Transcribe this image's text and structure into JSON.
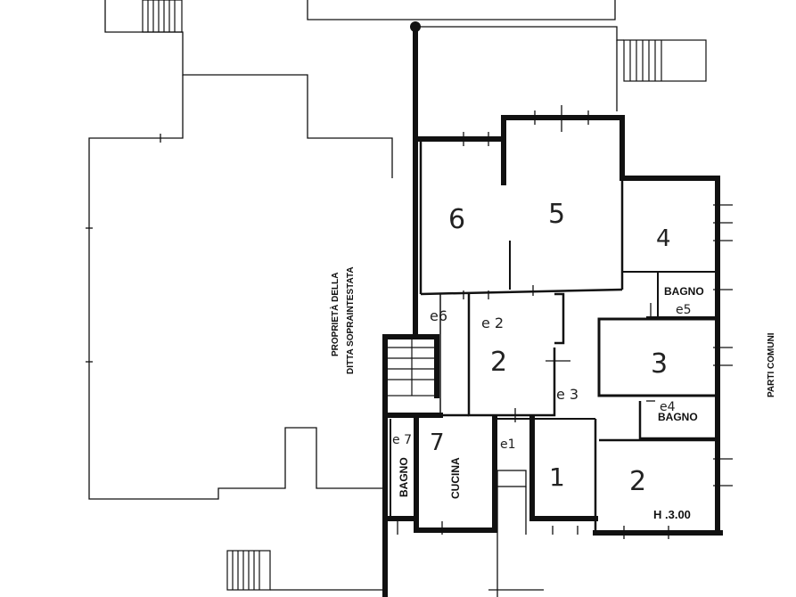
{
  "plan": {
    "rooms": {
      "r6": "6",
      "r5": "5",
      "r4": "4",
      "r2a": "2",
      "r3": "3",
      "r7": "7",
      "r1": "1",
      "r2b": "2",
      "e2": "e 2",
      "e6": "e6",
      "e3": "e 3",
      "e5": "e5",
      "e4": "e4",
      "e7": "e 7",
      "e1": "e1"
    },
    "labels": {
      "bagno_top": "BAGNO",
      "bagno_mid": "BAGNO",
      "bagno_left": "BAGNO",
      "cucina": "CUCINA",
      "proprieta_line1": "PROPRIETÀ DELLA",
      "proprieta_line2": "DITTA SOPRAINTESTATA",
      "parti_comuni": "PARTI COMUNI",
      "height": "H .3.00"
    }
  }
}
